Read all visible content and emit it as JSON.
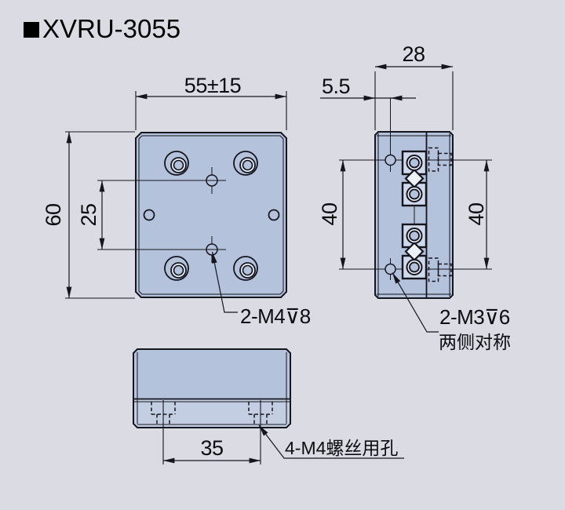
{
  "title": "XVRU-3055",
  "colors": {
    "background": "#dbdce3",
    "plate_fill": "#b4c2dc",
    "base_strip_fill": "#c3cee3",
    "slot_fill": "#cfd9eb",
    "highlight_fill": "#e9eef7",
    "line": "#15151d"
  },
  "front_view": {
    "width_dim": "55±15",
    "height_dim": "60",
    "center_hole_spacing_dim": "25",
    "center_holes_label": "2-M4⊽8"
  },
  "side_view": {
    "depth_dim": "28",
    "edge_offset_dim": "5.5",
    "left_hole_spacing_dim": "40",
    "right_hole_spacing_dim": "40",
    "side_holes_label": "2-M3⊽6",
    "side_holes_note": "两侧对称"
  },
  "bottom_view": {
    "screw_spacing_dim": "35",
    "screw_holes_label": "4-M4螺丝用孔"
  }
}
